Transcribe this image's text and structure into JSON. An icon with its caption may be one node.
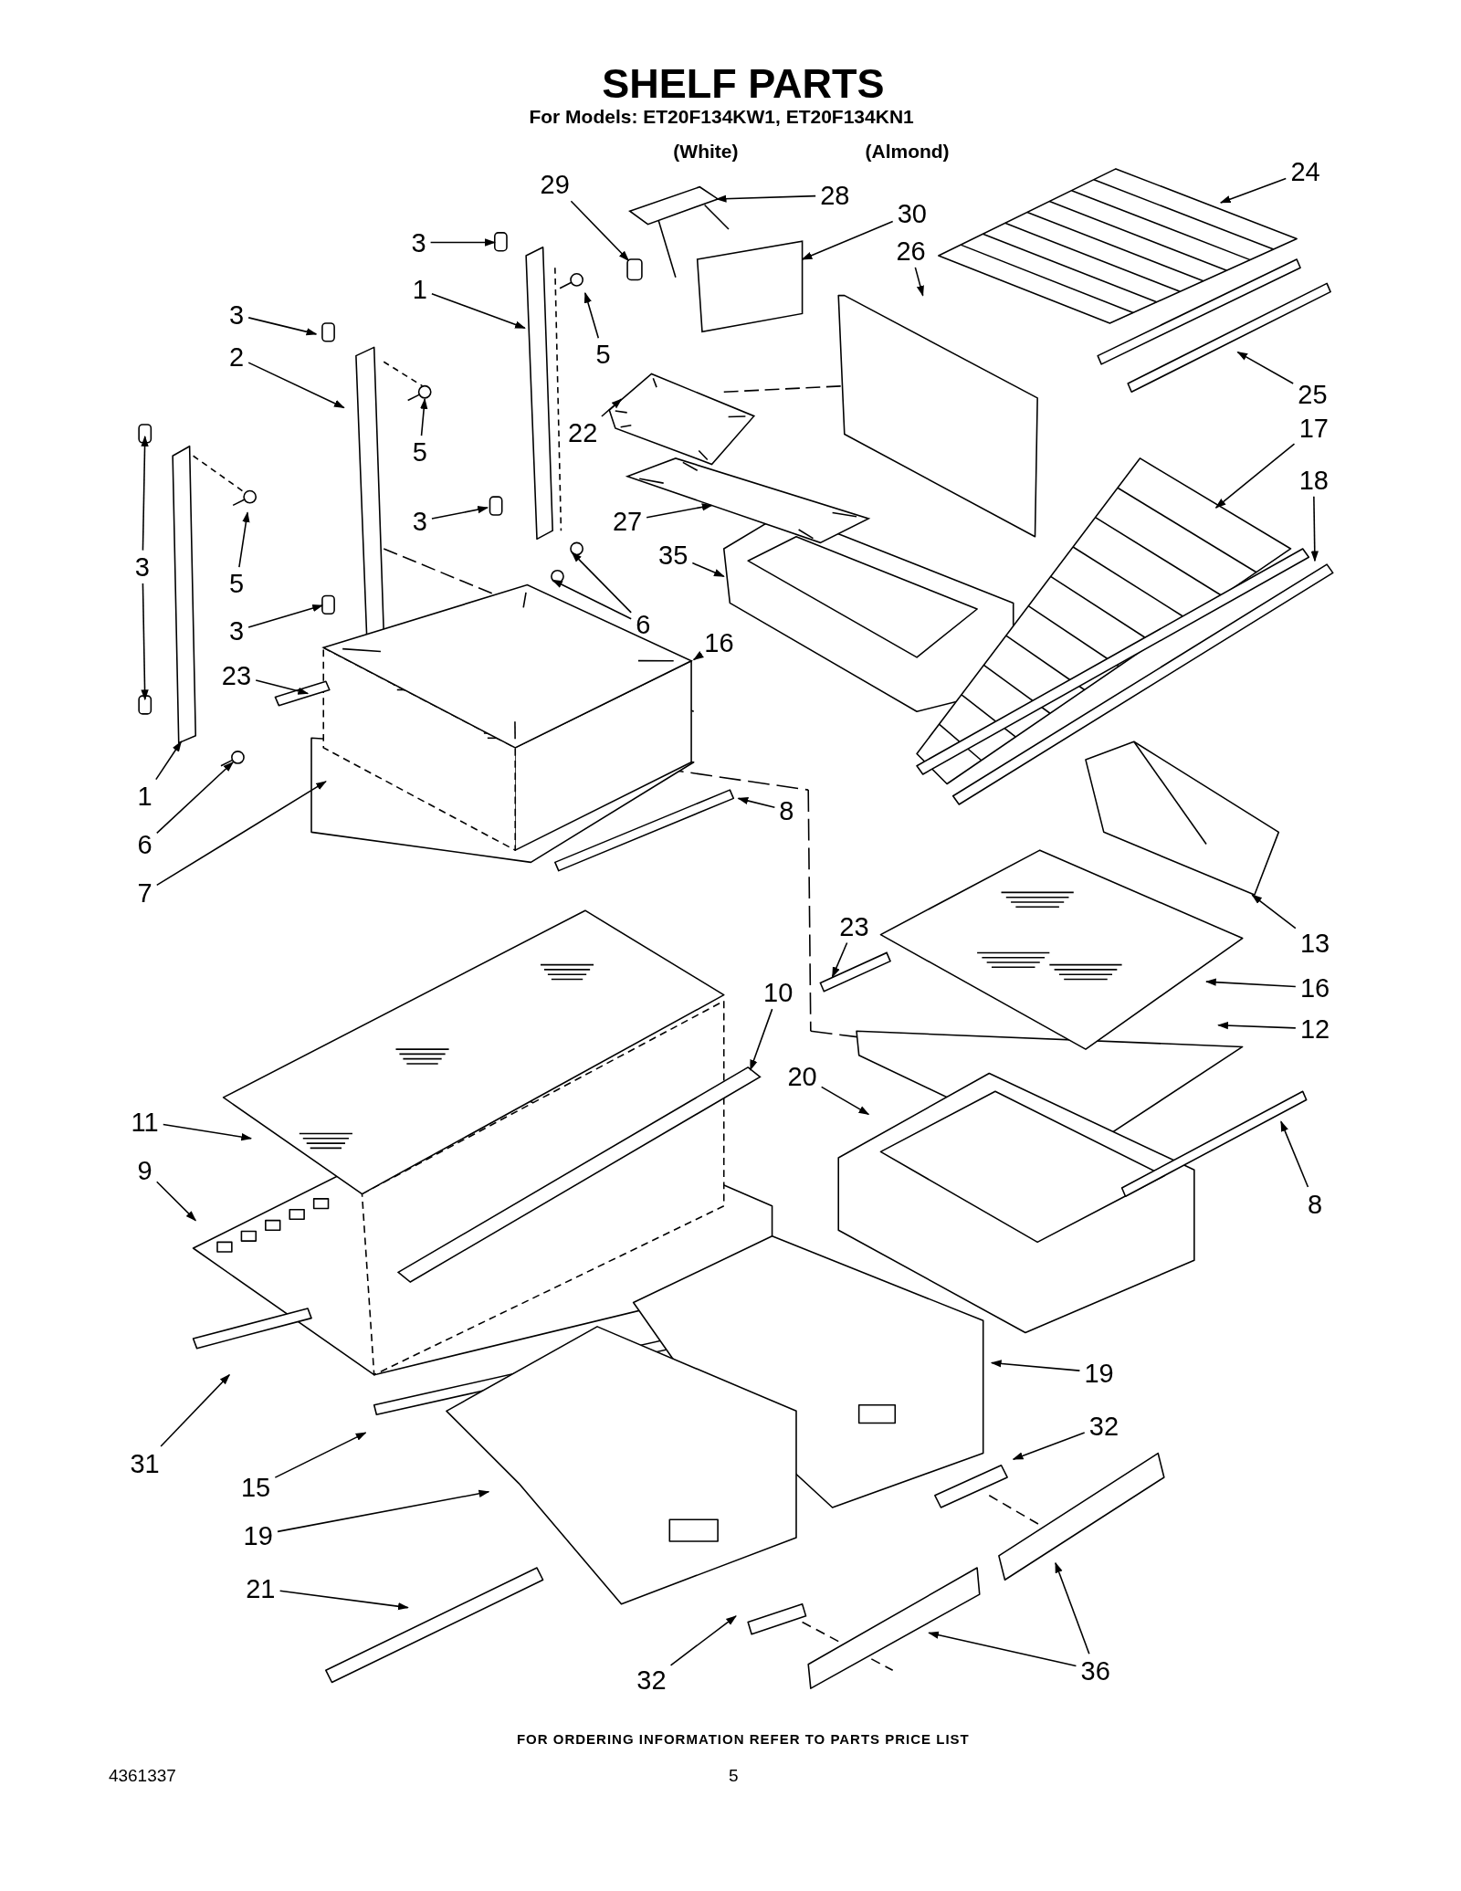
{
  "diagram": {
    "title": "SHELF PARTS",
    "nodes": [
      {
        "text": [
          "3"
        ]
      },
      {
        "text": [
          "1"
        ]
      },
      {
        "text": [
          "3"
        ]
      },
      {
        "text": [
          "2"
        ]
      },
      {
        "text": [
          "5"
        ]
      },
      {
        "text": [
          "5"
        ]
      },
      {
        "text": [
          "3"
        ]
      },
      {
        "text": [
          "5"
        ]
      },
      {
        "text": [
          "3"
        ]
      },
      {
        "text": [
          "3"
        ]
      },
      {
        "text": [
          "6"
        ]
      },
      {
        "text": [
          "16"
        ]
      },
      {
        "text": [
          "23"
        ]
      },
      {
        "text": [
          "1"
        ]
      },
      {
        "text": [
          "6"
        ]
      },
      {
        "text": [
          "7"
        ]
      },
      {
        "text": [
          "8"
        ]
      },
      {
        "text": [
          "29"
        ]
      },
      {
        "text": [
          "28"
        ]
      },
      {
        "text": [
          "30"
        ]
      },
      {
        "text": [
          "24"
        ]
      },
      {
        "text": [
          "26"
        ]
      },
      {
        "text": [
          "25"
        ]
      },
      {
        "text": [
          "22"
        ]
      },
      {
        "text": [
          "17"
        ]
      },
      {
        "text": [
          "18"
        ]
      },
      {
        "text": [
          "27"
        ]
      },
      {
        "text": [
          "35"
        ]
      },
      {
        "text": [
          "13"
        ]
      },
      {
        "text": [
          "23"
        ]
      },
      {
        "text": [
          "16"
        ]
      },
      {
        "text": [
          "12"
        ]
      },
      {
        "text": [
          "10"
        ]
      },
      {
        "text": [
          "20"
        ]
      },
      {
        "text": [
          "11"
        ]
      },
      {
        "text": [
          "9"
        ]
      },
      {
        "text": [
          "8"
        ]
      },
      {
        "text": [
          "19"
        ]
      },
      {
        "text": [
          "31"
        ]
      },
      {
        "text": [
          "32"
        ]
      },
      {
        "text": [
          "15"
        ]
      },
      {
        "text": [
          "19"
        ]
      },
      {
        "text": [
          "21"
        ]
      },
      {
        "text": [
          "32"
        ]
      },
      {
        "text": [
          "36"
        ]
      },
      {
        "text": [],
        "shape": "box"
      },
      {
        "text": [],
        "shape": "circle"
      },
      {
        "text": [],
        "shape": "circle"
      },
      {
        "text": [],
        "shape": "picture"
      },
      {
        "text": [],
        "shape": "bar"
      },
      {
        "text": [],
        "shape": "picture"
      },
      {
        "text": [],
        "shape": "picture"
      },
      {
        "text": [],
        "shape": "bar"
      },
      {
        "text": [],
        "shape": "box"
      },
      {
        "text": [],
        "shape": "bar"
      },
      {
        "text": [],
        "shape": "bar"
      },
      {
        "text": [],
        "shape": "box"
      }
    ],
    "edges": [
      {
        "from": 0,
        "to": 45,
        "arrow": "to"
      },
      {
        "from": 1,
        "to": null,
        "arrow": "to"
      },
      {
        "from": 2,
        "to": null,
        "arrow": "to"
      },
      {
        "from": 3,
        "to": null,
        "arrow": "to"
      },
      {
        "from": 4,
        "to": null,
        "arrow": "to"
      },
      {
        "from": 5,
        "to": null,
        "arrow": "to"
      },
      {
        "from": 6,
        "to": null,
        "arrow": "to"
      },
      {
        "from": 6,
        "to": null,
        "arrow": "to"
      },
      {
        "from": 7,
        "to": null,
        "arrow": "to"
      },
      {
        "from": 8,
        "to": null,
        "arrow": "to"
      },
      {
        "from": 9,
        "to": 53,
        "arrow": "to"
      },
      {
        "from": 10,
        "to": 46,
        "arrow": "to"
      },
      {
        "from": 10,
        "to": 47,
        "arrow": "to"
      },
      {
        "from": 11,
        "to": 48,
        "arrow": "to"
      },
      {
        "from": 12,
        "to": null,
        "arrow": "to"
      },
      {
        "from": 13,
        "to": null,
        "arrow": "to"
      },
      {
        "from": 14,
        "to": null,
        "arrow": "to"
      },
      {
        "from": 15,
        "to": null,
        "arrow": "to"
      },
      {
        "from": 16,
        "to": null,
        "arrow": "to"
      },
      {
        "from": 17,
        "to": 56,
        "arrow": "to"
      },
      {
        "from": 18,
        "to": 54,
        "arrow": "to"
      },
      {
        "from": 19,
        "to": 49,
        "arrow": "to"
      },
      {
        "from": 20,
        "to": null,
        "arrow": "to"
      },
      {
        "from": 21,
        "to": null,
        "arrow": "to"
      },
      {
        "from": 22,
        "to": null,
        "arrow": "to"
      },
      {
        "from": 23,
        "to": 50,
        "arrow": "to"
      },
      {
        "from": 24,
        "to": null,
        "arrow": "to"
      },
      {
        "from": 25,
        "to": null,
        "arrow": "to"
      },
      {
        "from": 26,
        "to": 51,
        "arrow": "to"
      },
      {
        "from": 27,
        "to": null,
        "arrow": "to"
      },
      {
        "from": 28,
        "to": null,
        "arrow": "to"
      },
      {
        "from": 29,
        "to": 55,
        "arrow": "to"
      },
      {
        "from": 30,
        "to": null,
        "arrow": "to"
      },
      {
        "from": 31,
        "to": null,
        "arrow": "to"
      },
      {
        "from": 32,
        "to": 52,
        "arrow": "to"
      },
      {
        "from": 33,
        "to": null,
        "arrow": "to"
      },
      {
        "from": 34,
        "to": null,
        "arrow": "to"
      },
      {
        "from": 35,
        "to": null,
        "arrow": "to"
      },
      {
        "from": 36,
        "to": null,
        "arrow": "to"
      },
      {
        "from": 37,
        "to": null,
        "arrow": "to"
      },
      {
        "from": 38,
        "to": null,
        "arrow": "to"
      },
      {
        "from": 39,
        "to": null,
        "arrow": "to"
      },
      {
        "from": 40,
        "to": null,
        "arrow": "to"
      },
      {
        "from": 41,
        "to": null,
        "arrow": "to"
      },
      {
        "from": 42,
        "to": null,
        "arrow": "to"
      },
      {
        "from": 43,
        "to": null,
        "arrow": "to"
      },
      {
        "from": 44,
        "to": null,
        "arrow": "to"
      },
      {
        "from": 44,
        "to": null,
        "arrow": "to"
      }
    ],
    "labels": [
      "For Models: ET20F134KW1, ET20F134KN1",
      "(White)",
      "(Almond)",
      "FOR ORDERING INFORMATION REFER TO PARTS PRICE LIST",
      "4361337",
      "5"
    ]
  }
}
